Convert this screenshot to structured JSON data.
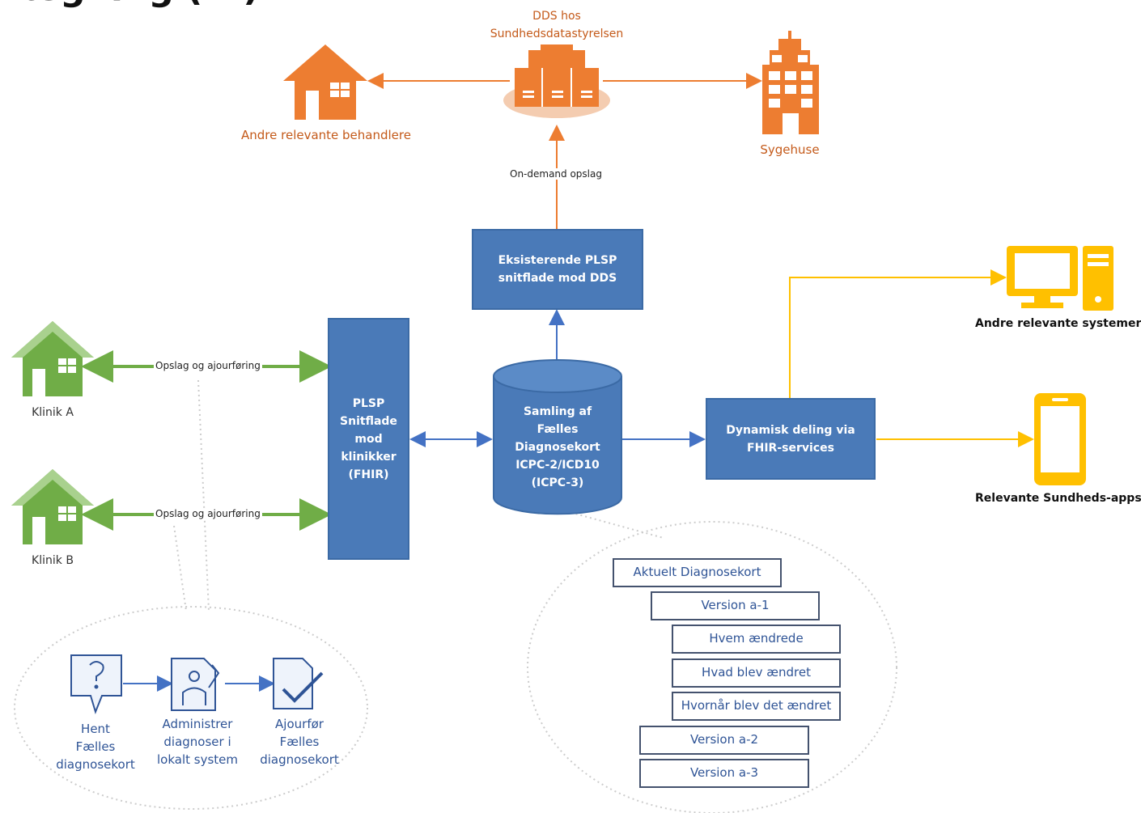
{
  "title": "ægning (...)",
  "dds": {
    "line1": "DDS hos",
    "line2": "Sundhedsdatastyrelsen"
  },
  "andre_behandlere": "Andre relevante behandlere",
  "sygehuse": "Sygehuse",
  "on_demand": "On-demand opslag",
  "eksisterende": {
    "line1": "Eksisterende PLSP",
    "line2": "snitflade mod DDS"
  },
  "plsp": {
    "line1": "PLSP",
    "line2": "Snitflade",
    "line3": "mod",
    "line4": "klinikker",
    "line5": "(FHIR)"
  },
  "samling": {
    "line1": "Samling af",
    "line2": "Fælles",
    "line3": "Diagnosekort",
    "line4": "ICPC-2/ICD10",
    "line5": "(ICPC-3)"
  },
  "dynamisk": {
    "line1": "Dynamisk deling via",
    "line2": "FHIR-services"
  },
  "andre_systemer": "Andre relevante systemer",
  "sundheds_apps": "Relevante Sundheds-apps",
  "klinik_a": "Klinik A",
  "klinik_b": "Klinik B",
  "opslag_a": "Opslag og ajourføring",
  "opslag_b": "Opslag og ajourføring",
  "steps": {
    "hent": {
      "line1": "Hent",
      "line2": "Fælles",
      "line3": "diagnosekort"
    },
    "administrer": {
      "line1": "Administrer",
      "line2": "diagnoser i",
      "line3": "lokalt system"
    },
    "ajourfor": {
      "line1": "Ajourfør",
      "line2": "Fælles",
      "line3": "diagnosekort"
    }
  },
  "versions": {
    "aktuelt": "Aktuelt Diagnosekort",
    "a1": "Version a-1",
    "hvem": "Hvem ændrede",
    "hvad": "Hvad blev ændret",
    "hvornaar": "Hvornår blev det ændret",
    "a2": "Version a-2",
    "a3": "Version a-3"
  },
  "colors": {
    "orange": "#ed7d31",
    "blue": "#4a7ab8",
    "green": "#70ad47",
    "yellow": "#ffc000",
    "arrow_blue": "#4472c4"
  }
}
